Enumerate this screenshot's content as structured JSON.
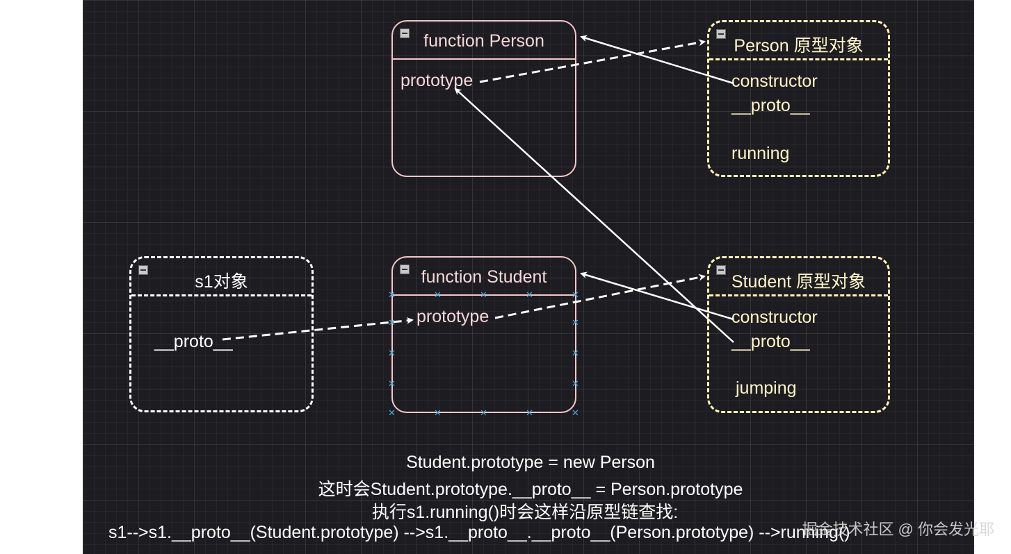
{
  "boxes": {
    "person_fn": {
      "title": "function Person",
      "fields": [
        "prototype"
      ]
    },
    "person_proto": {
      "title": "Person 原型对象",
      "fields": [
        "constructor",
        "__proto__",
        "running"
      ]
    },
    "s1": {
      "title": "s1对象",
      "fields": [
        "__proto__"
      ]
    },
    "student_fn": {
      "title": "function Student",
      "fields": [
        "prototype"
      ]
    },
    "student_proto": {
      "title": "Student 原型对象",
      "fields": [
        "constructor",
        "__proto__",
        "jumping"
      ]
    }
  },
  "notes": [
    "Student.prototype = new Person",
    "这时会Student.prototype.__proto__ = Person.prototype",
    "执行s1.running()时会这样沿原型链查找:",
    "s1-->s1.__proto__(Student.prototype) -->s1.__proto__.__proto__(Person.prototype) -->running()"
  ],
  "watermark": "掘金技术社区 @ 你会发光耶",
  "colors": {
    "background": "#1d1c20",
    "function_border": "#f4c7cb",
    "object_border": "#ffffff",
    "prototype_border": "#fff3b5",
    "arrow": "#ffffff",
    "anchor_marks": "#4aa6d8"
  },
  "icons": [
    "collapse-icon"
  ]
}
